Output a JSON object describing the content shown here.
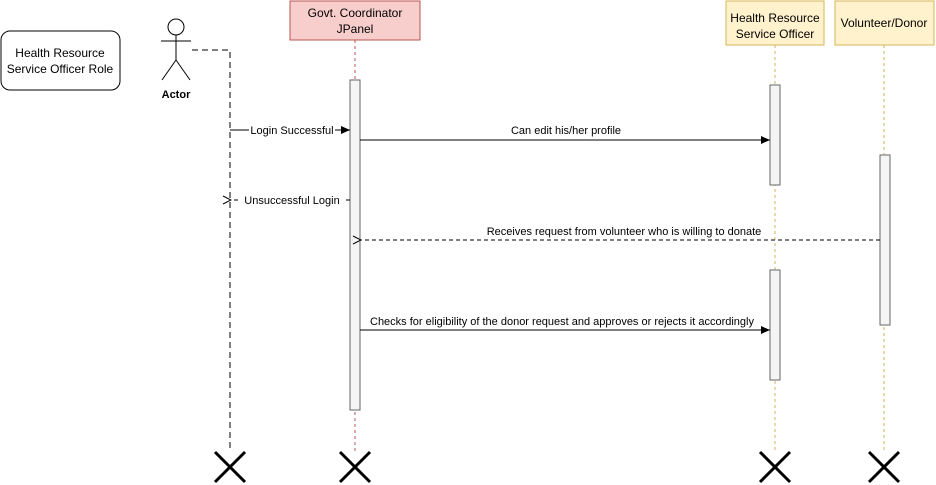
{
  "role_note": {
    "line1": "Health Resource",
    "line2": "Service Officer Role"
  },
  "actor": {
    "label": "Actor"
  },
  "participants": {
    "govt": {
      "line1": "Govt. Coordinator",
      "line2": "JPanel",
      "fill": "#f8cecc",
      "stroke": "#b85450"
    },
    "hrso": {
      "line1": "Health Resource",
      "line2": "Service Officer",
      "fill": "#fff2cc",
      "stroke": "#d6b656"
    },
    "donor": {
      "line1": "Volunteer/Donor",
      "fill": "#fff2cc",
      "stroke": "#d6b656"
    }
  },
  "messages": {
    "login_success": "Login Successful",
    "edit_profile": "Can edit his/her profile",
    "login_fail": "Unsuccessful Login",
    "receive_request": "Receives request from volunteer who is willing to donate",
    "check_eligibility": "Checks for eligibility of the donor request and approves or rejects it accordingly"
  }
}
